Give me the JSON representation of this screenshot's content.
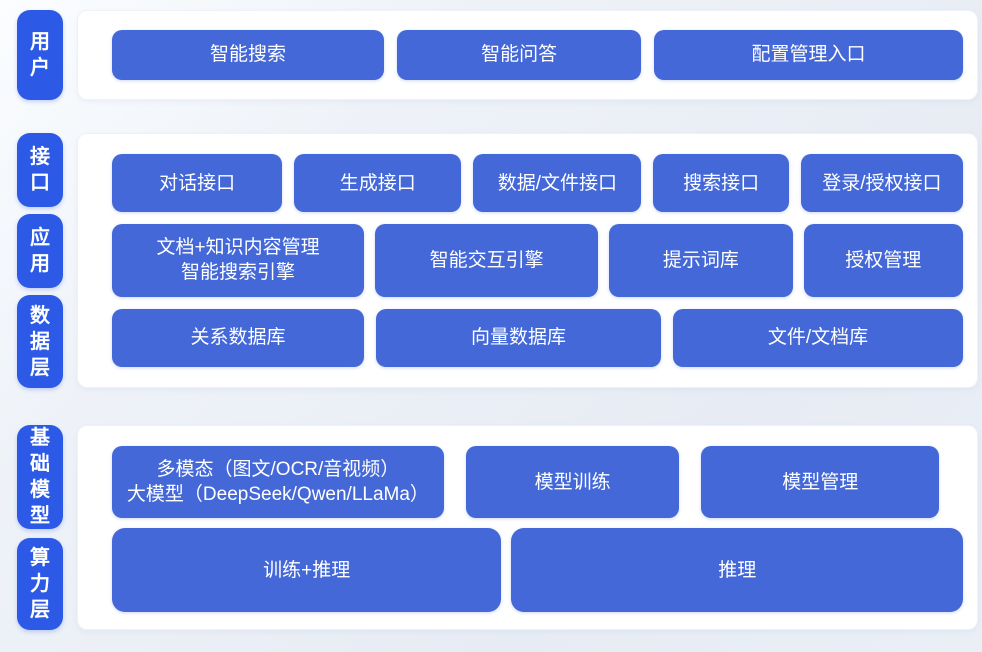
{
  "diagram": {
    "colors": {
      "tab_blue": "#2C5AE6",
      "box_blue": "#4468D8",
      "text_white": "#FFFFFF",
      "card_white": "#FFFFFF",
      "background": "#EAEFF6"
    },
    "sections": [
      {
        "name": "user-layer",
        "tabs": [
          {
            "label": "用户"
          }
        ],
        "rows": [
          {
            "buttons": [
              {
                "label": "智能搜索"
              },
              {
                "label": "智能问答"
              },
              {
                "label": "配置管理入口"
              }
            ]
          }
        ]
      },
      {
        "name": "interface-application-data",
        "tabs": [
          {
            "label": "接口"
          },
          {
            "label": "应用"
          },
          {
            "label": "数据层"
          }
        ],
        "rows": [
          {
            "buttons": [
              {
                "label": "对话接口"
              },
              {
                "label": "生成接口"
              },
              {
                "label": "数据/文件接口"
              },
              {
                "label": "搜索接口"
              },
              {
                "label": "登录/授权接口"
              }
            ]
          },
          {
            "buttons": [
              {
                "line1": "文档+知识内容管理",
                "line2": "智能搜索引擎"
              },
              {
                "label": "智能交互引擎"
              },
              {
                "label": "提示词库"
              },
              {
                "label": "授权管理"
              }
            ]
          },
          {
            "buttons": [
              {
                "label": "关系数据库"
              },
              {
                "label": "向量数据库"
              },
              {
                "label": "文件/文档库"
              }
            ]
          }
        ]
      },
      {
        "name": "foundation-model-compute",
        "tabs": [
          {
            "label": "基础模型"
          },
          {
            "label": "算力层"
          }
        ],
        "rows": [
          {
            "buttons": [
              {
                "line1": "多模态（图文/OCR/音视频）",
                "line2": "大模型（DeepSeek/Qwen/LLaMa）"
              },
              {
                "label": "模型训练"
              },
              {
                "label": "模型管理"
              }
            ]
          },
          {
            "buttons": [
              {
                "label": "训练+推理"
              },
              {
                "label": "推理"
              }
            ]
          }
        ]
      }
    ]
  }
}
